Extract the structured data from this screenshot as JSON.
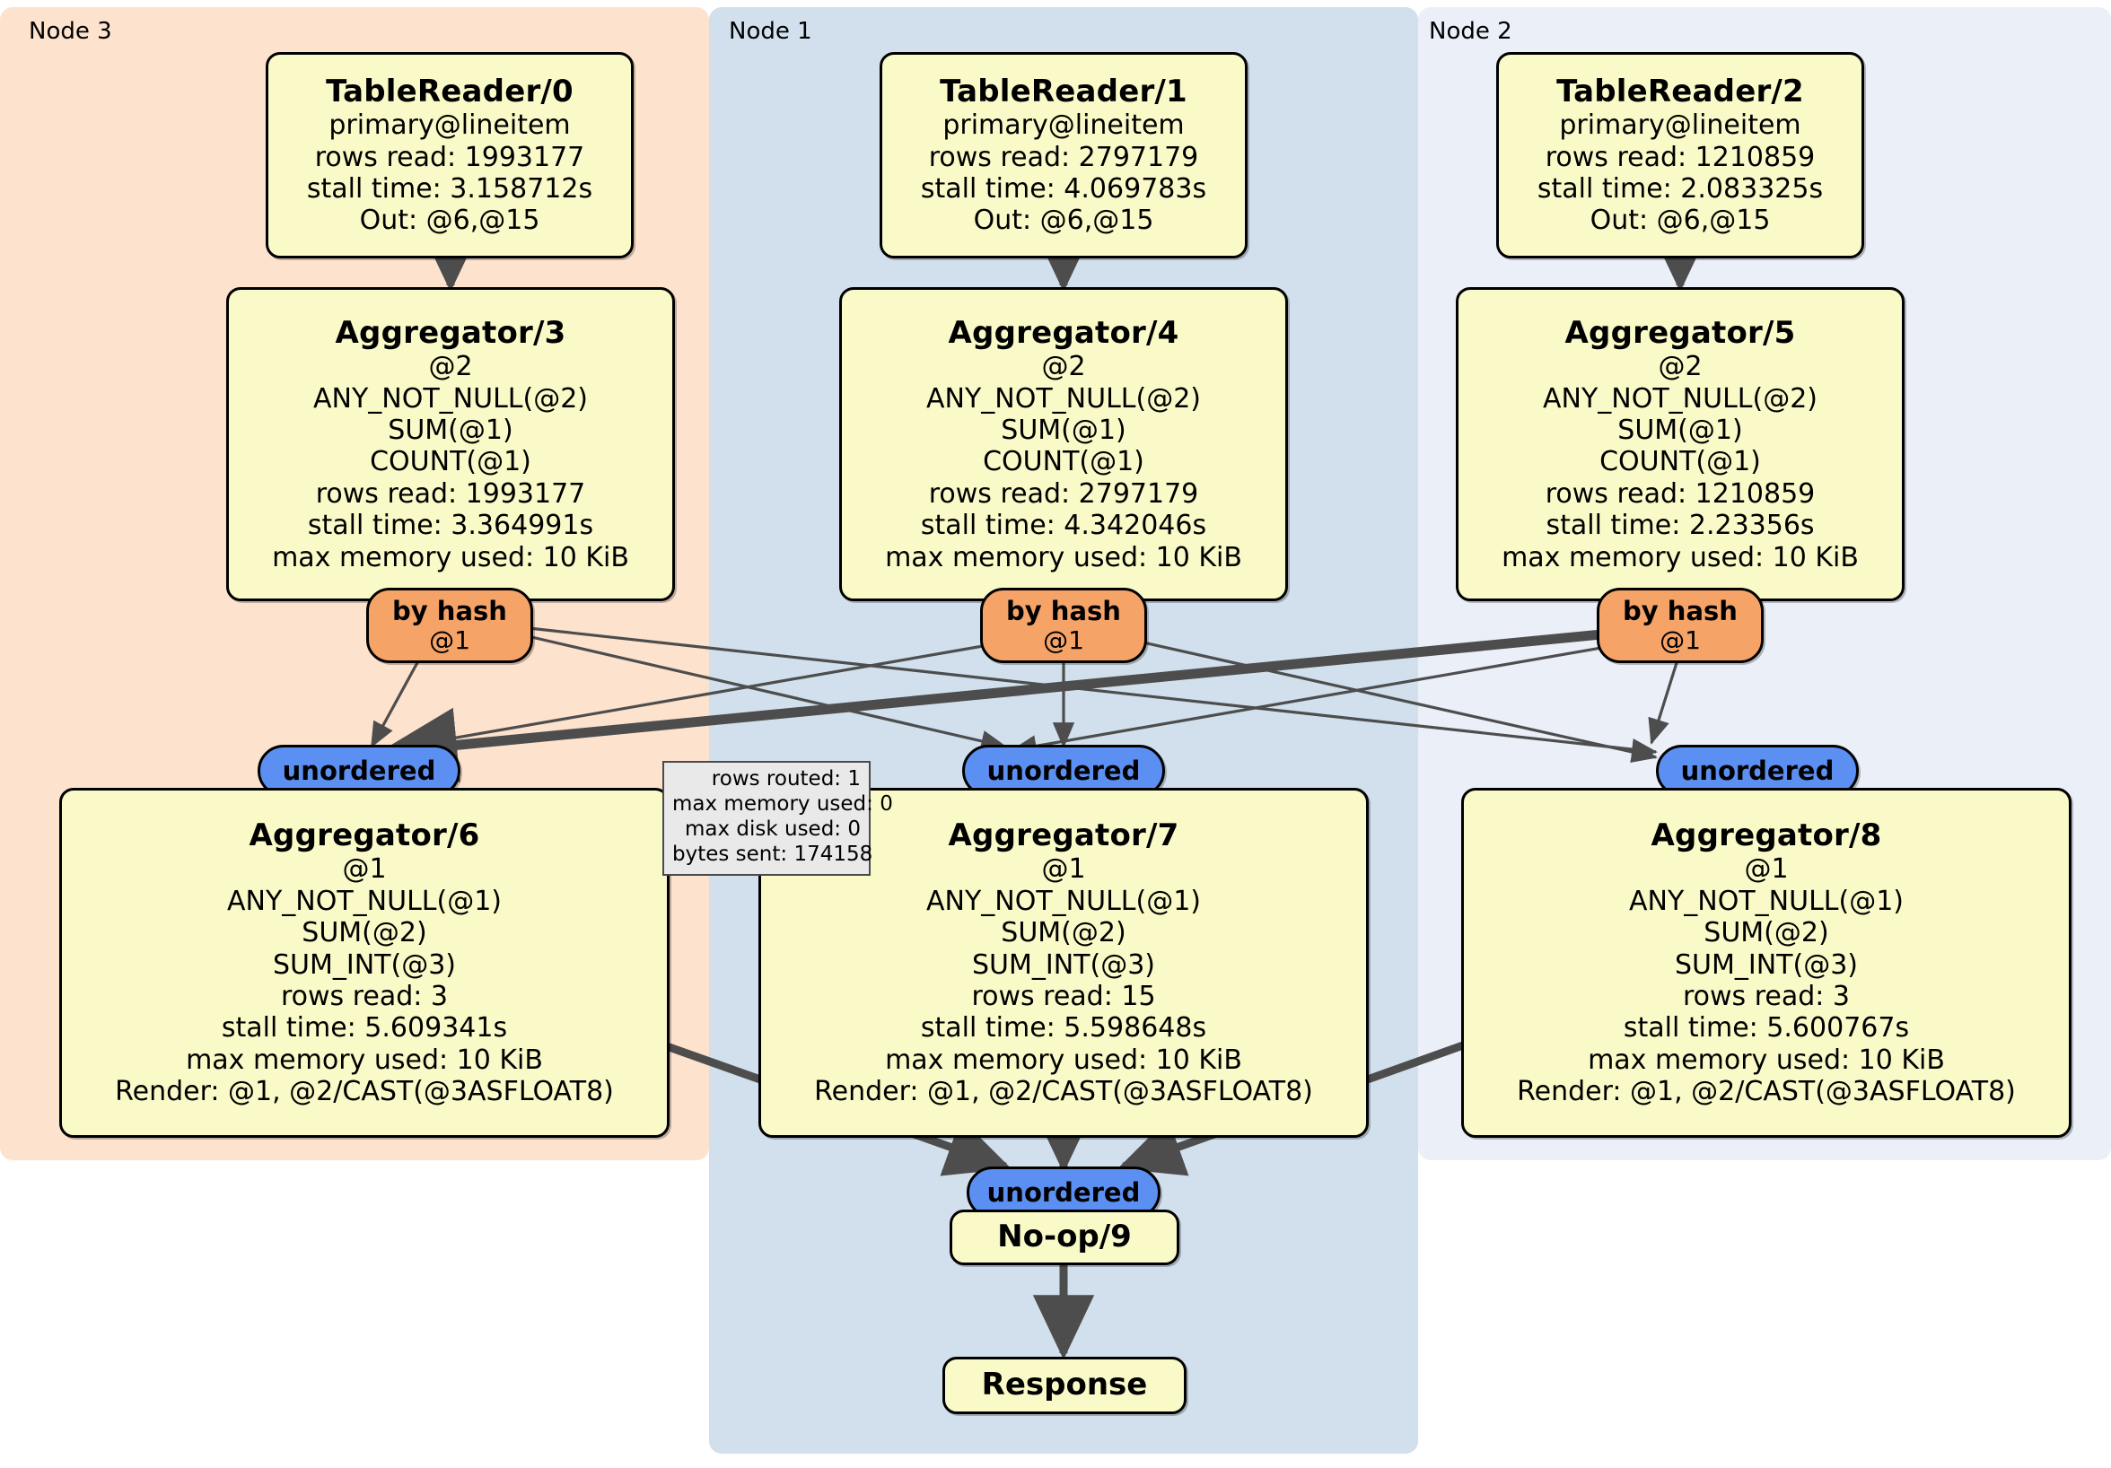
{
  "diagram": {
    "type": "distributed-query-execution-plan",
    "colors": {
      "node3_panel": "#fde2ce",
      "node1_panel": "#d1e0ec",
      "node2_panel": "#eaeff8",
      "operator_box": "#fafac8",
      "by_hash": "#f6a368",
      "unordered": "#5b8ff2",
      "tooltip": "#e9e9e9",
      "edge": "#4d4d4d"
    },
    "clusters": [
      {
        "id": "node3",
        "label": "Node 3"
      },
      {
        "id": "node1",
        "label": "Node 1"
      },
      {
        "id": "node2",
        "label": "Node 2"
      }
    ],
    "nodes": {
      "tablereader0": {
        "title": "TableReader/0",
        "lines": [
          "primary@lineitem",
          "rows read: 1993177",
          "stall time: 3.158712s",
          "Out: @6,@15"
        ]
      },
      "tablereader1": {
        "title": "TableReader/1",
        "lines": [
          "primary@lineitem",
          "rows read: 2797179",
          "stall time: 4.069783s",
          "Out: @6,@15"
        ]
      },
      "tablereader2": {
        "title": "TableReader/2",
        "lines": [
          "primary@lineitem",
          "rows read: 1210859",
          "stall time: 2.083325s",
          "Out: @6,@15"
        ]
      },
      "aggregator3": {
        "title": "Aggregator/3",
        "lines": [
          "@2",
          "ANY_NOT_NULL(@2)",
          "SUM(@1)",
          "COUNT(@1)",
          "rows read: 1993177",
          "stall time: 3.364991s",
          "max memory used: 10 KiB"
        ]
      },
      "aggregator4": {
        "title": "Aggregator/4",
        "lines": [
          "@2",
          "ANY_NOT_NULL(@2)",
          "SUM(@1)",
          "COUNT(@1)",
          "rows read: 2797179",
          "stall time: 4.342046s",
          "max memory used: 10 KiB"
        ]
      },
      "aggregator5": {
        "title": "Aggregator/5",
        "lines": [
          "@2",
          "ANY_NOT_NULL(@2)",
          "SUM(@1)",
          "COUNT(@1)",
          "rows read: 1210859",
          "stall time: 2.23356s",
          "max memory used: 10 KiB"
        ]
      },
      "aggregator6": {
        "title": "Aggregator/6",
        "lines": [
          "@1",
          "ANY_NOT_NULL(@1)",
          "SUM(@2)",
          "SUM_INT(@3)",
          "rows read: 3",
          "stall time: 5.609341s",
          "max memory used: 10 KiB",
          "Render: @1, @2/CAST(@3ASFLOAT8)"
        ]
      },
      "aggregator7": {
        "title": "Aggregator/7",
        "lines": [
          "@1",
          "ANY_NOT_NULL(@1)",
          "SUM(@2)",
          "SUM_INT(@3)",
          "rows read: 15",
          "stall time: 5.598648s",
          "max memory used: 10 KiB",
          "Render: @1, @2/CAST(@3ASFLOAT8)"
        ]
      },
      "aggregator8": {
        "title": "Aggregator/8",
        "lines": [
          "@1",
          "ANY_NOT_NULL(@1)",
          "SUM(@2)",
          "SUM_INT(@3)",
          "rows read: 3",
          "stall time: 5.600767s",
          "max memory used: 10 KiB",
          "Render: @1, @2/CAST(@3ASFLOAT8)"
        ]
      },
      "noop9": {
        "title": "No-op/9"
      },
      "response": {
        "title": "Response"
      }
    },
    "routers": {
      "byhash_left": {
        "title": "by hash",
        "sub": "@1"
      },
      "byhash_center": {
        "title": "by hash",
        "sub": "@1"
      },
      "byhash_right": {
        "title": "by hash",
        "sub": "@1"
      }
    },
    "streams": {
      "unordered_left": {
        "label": "unordered"
      },
      "unordered_center": {
        "label": "unordered"
      },
      "unordered_right": {
        "label": "unordered"
      },
      "unordered_final": {
        "label": "unordered"
      }
    },
    "tooltip": {
      "lines": [
        "rows routed: 1",
        "max memory used: 0",
        "max disk used: 0",
        "bytes sent: 174158"
      ]
    }
  }
}
